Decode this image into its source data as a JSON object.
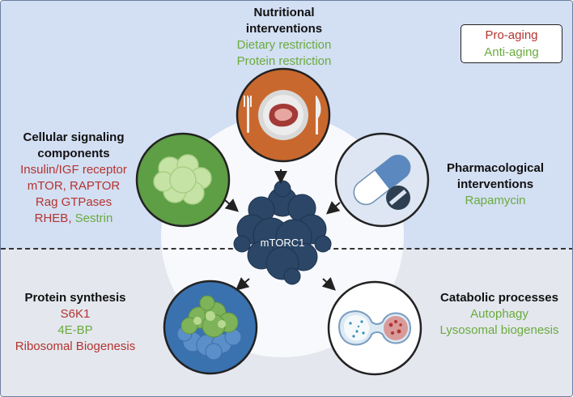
{
  "legend": {
    "pro_aging": "Pro-aging",
    "anti_aging": "Anti-aging",
    "colors": {
      "pro": "#b3342f",
      "anti": "#6aab3e"
    }
  },
  "center": {
    "label": "mTORC1"
  },
  "nutritional": {
    "title_line1": "Nutritional",
    "title_line2": "interventions",
    "items": [
      "Dietary restriction",
      "Protein restriction"
    ]
  },
  "signaling": {
    "title_line1": "Cellular signaling",
    "title_line2": "components",
    "items": [
      "Insulin/IGF receptor",
      "mTOR, RAPTOR",
      "Rag GTPases",
      "RHEB,",
      "Sestrin"
    ]
  },
  "pharmacological": {
    "title_line1": "Pharmacological",
    "title_line2": "interventions",
    "items": [
      "Rapamycin"
    ]
  },
  "protein_synthesis": {
    "title": "Protein synthesis",
    "items": [
      "S6K1",
      "4E-BP",
      "Ribosomal Biogenesis"
    ]
  },
  "catabolic": {
    "title": "Catabolic processes",
    "items": [
      "Autophagy",
      "Lysosomal biogenesis"
    ]
  },
  "icons": [
    "plate-meal-icon",
    "cell-cluster-icon",
    "pill-capsule-icon",
    "ribosome-icon",
    "autophagy-vesicle-icon",
    "mtorc1-complex-icon"
  ]
}
